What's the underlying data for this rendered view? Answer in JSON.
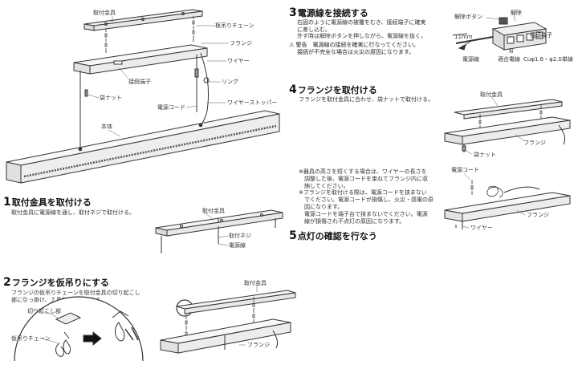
{
  "main_figure": {
    "labels": {
      "bracket": "取付金具",
      "chain": "板吊りチェーン",
      "flange": "フランジ",
      "wire": "ワイヤー",
      "terminal": "接続端子",
      "ring": "リング",
      "bag_nut": "袋ナット",
      "power_cord": "電源コード",
      "wire_stopper": "ワイヤーストッパー",
      "body": "本体"
    }
  },
  "step1": {
    "num": "1",
    "title": "取付金具を取付ける",
    "desc": "取付金具に電源線を通し、取付ネジで取付ける。",
    "labels": {
      "bracket": "取付金具",
      "screw": "取付ネジ",
      "power_line": "電源線"
    }
  },
  "step2": {
    "num": "2",
    "title": "フランジを仮吊りにする",
    "desc_lines": [
      "フランジの仮吊りチェーンを取付金具の切り起こし",
      "部に引っ掛け、工具などでかしめる。"
    ],
    "labels": {
      "tab": "切り起こし部",
      "chain": "仮吊りチェーン",
      "bracket": "取付金具",
      "flange": "フランジ"
    }
  },
  "step3": {
    "num": "3",
    "title": "電源線を接続する",
    "desc_lines": [
      "右図のように電源線の被覆をむき、接続端子に確実",
      "に差し込む。",
      "外す時は解除ボタンを押しながら、電源線を抜く。"
    ],
    "warning_mark": "⚠",
    "warning_lines": [
      "警告　電源線の接続を確実に行なってください。",
      "接続が不完全な場合は火災の原因になります。"
    ],
    "labels": {
      "release_button": "解除ボタン",
      "release": "解除",
      "length": "11mm",
      "terminal": "接続端子",
      "power_line": "電源線",
      "ground": "N",
      "core": "Cuφ1.6・φ2.0単線",
      "single": "適合電線"
    }
  },
  "step4": {
    "num": "4",
    "title": "フランジを取付ける",
    "desc": "フランジを取付金具に合わせ、袋ナットで取付ける。",
    "labels": {
      "bracket": "取付金具",
      "flange": "フランジ",
      "bag_nut": "袋ナット"
    }
  },
  "notes": {
    "lines": [
      "※器具の高さを短くする場合は、ワイヤーの長さを",
      "　調整した後、電源コードを束ねてフランジ内に収",
      "　納してください。",
      "※フランジを取付ける際は、電源コードを挟まない",
      "　でください。電源コードが損傷し、火災・感電の原",
      "　因になります。",
      "　電源コードを端子台で挟まないでください。電源",
      "　線が損傷され不点灯の原因になります。"
    ],
    "labels": {
      "power_cord": "電源コード",
      "flange": "フランジ",
      "wire": "ワイヤー"
    }
  },
  "step5": {
    "num": "5",
    "title": "点灯の確認を行なう"
  }
}
